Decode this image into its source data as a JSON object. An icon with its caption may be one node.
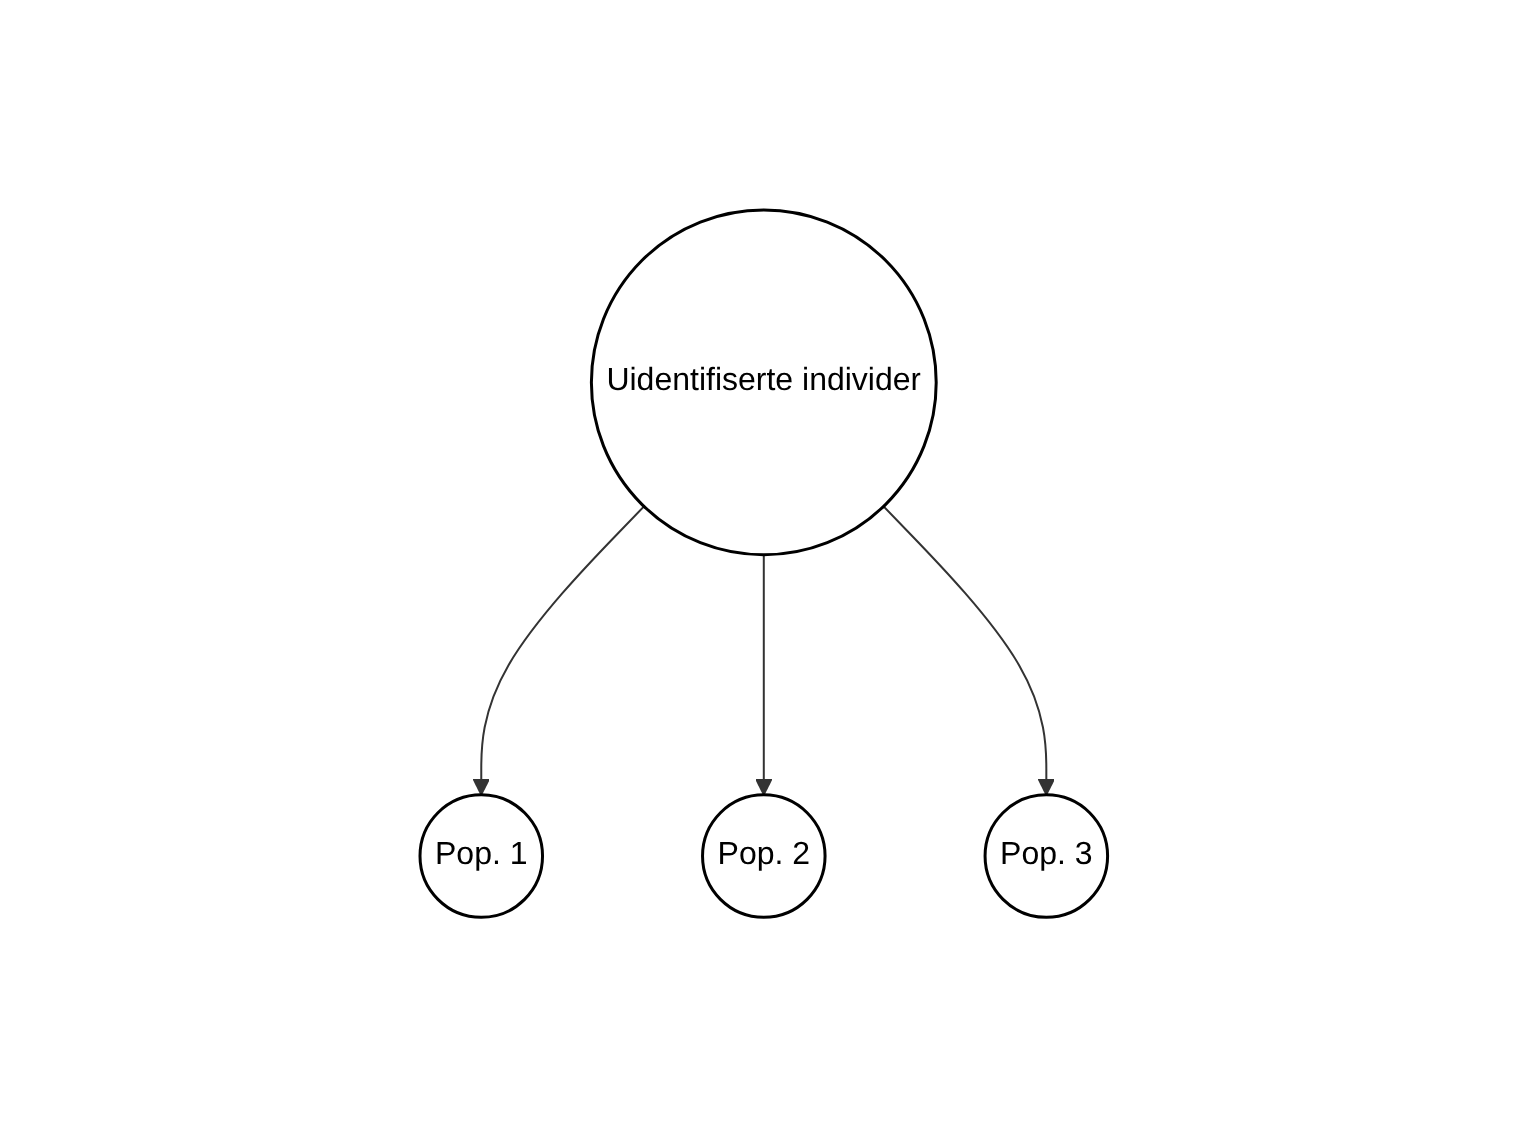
{
  "diagram": {
    "nodes": [
      {
        "text": [
          "Uidentifiserte individer"
        ]
      },
      {
        "text": [
          "Pop. 1"
        ]
      },
      {
        "text": [
          "Pop. 2"
        ]
      },
      {
        "text": [
          "Pop. 3"
        ]
      }
    ],
    "edges": [
      {
        "from": 0,
        "to": 1,
        "arrow": "to"
      },
      {
        "from": 0,
        "to": 2,
        "arrow": "to"
      },
      {
        "from": 0,
        "to": 3,
        "arrow": "to"
      }
    ]
  }
}
